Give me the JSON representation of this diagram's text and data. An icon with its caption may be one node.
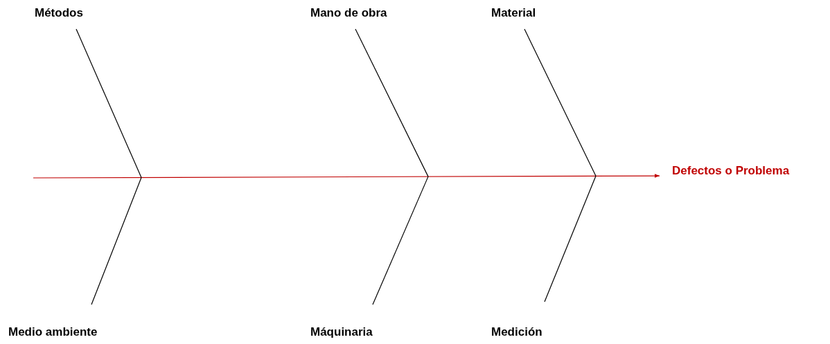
{
  "diagram": {
    "nodes": [
      {
        "text": [
          "Métodos"
        ]
      },
      {
        "text": [
          "Mano de obra"
        ]
      },
      {
        "text": [
          "Material"
        ]
      },
      {
        "text": [
          "Medio ambiente"
        ]
      },
      {
        "text": [
          "Máquinaria"
        ]
      },
      {
        "text": [
          "Medición"
        ]
      },
      {
        "text": [
          "Defectos o Problema"
        ]
      }
    ],
    "edges": [
      {
        "from": null,
        "to": 6,
        "arrow": "to",
        "color": "#c00000"
      },
      {
        "from": 0,
        "to": null,
        "arrow": "none"
      },
      {
        "from": 3,
        "to": null,
        "arrow": "none"
      },
      {
        "from": 1,
        "to": null,
        "arrow": "none"
      },
      {
        "from": 4,
        "to": null,
        "arrow": "none"
      },
      {
        "from": 2,
        "to": null,
        "arrow": "none"
      },
      {
        "from": 5,
        "to": null,
        "arrow": "none"
      }
    ]
  }
}
